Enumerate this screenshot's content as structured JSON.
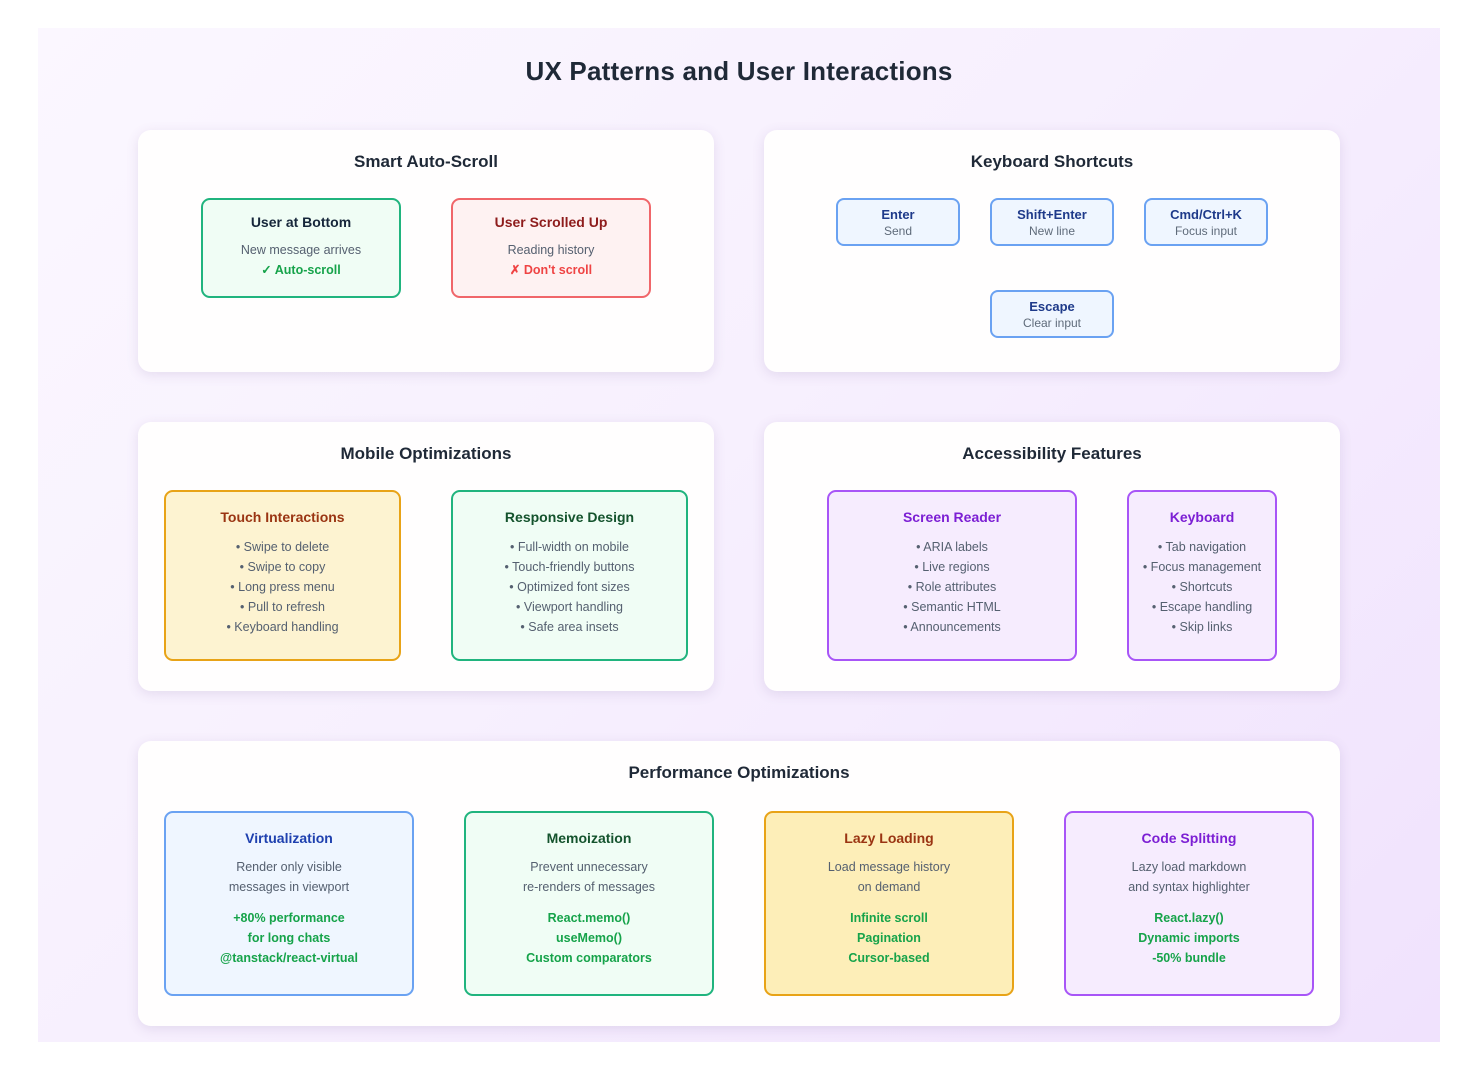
{
  "page": {
    "title": "UX Patterns and User Interactions",
    "bg_gradient_from": "#fbf7ff",
    "bg_gradient_to": "#f0e2fd"
  },
  "panels": [
    {
      "id": "smart-auto-scroll",
      "title": "Smart Auto-Scroll",
      "cards": [
        {
          "id": "user-at-bottom",
          "title": "User at Bottom",
          "accent_color": "#16a34a",
          "border_color": "#20b47e",
          "bg_color": "#f0fdf5",
          "lines": [
            "New message arrives"
          ],
          "accent": "✓ Auto-scroll"
        },
        {
          "id": "user-scrolled-up",
          "title": "User Scrolled Up",
          "accent_color": "#ef4444",
          "border_color": "#f0666a",
          "bg_color": "#fef2f2",
          "lines": [
            "Reading history"
          ],
          "accent": "✗ Don't scroll"
        }
      ]
    },
    {
      "id": "keyboard-shortcuts",
      "title": "Keyboard Shortcuts",
      "keys": [
        {
          "key": "Enter",
          "action": "Send"
        },
        {
          "key": "Shift+Enter",
          "action": "New line"
        },
        {
          "key": "Cmd/Ctrl+K",
          "action": "Focus input"
        },
        {
          "key": "Escape",
          "action": "Clear input"
        }
      ]
    },
    {
      "id": "mobile-optimizations",
      "title": "Mobile Optimizations",
      "cards": [
        {
          "id": "touch-interactions",
          "title": "Touch Interactions",
          "border_color": "#e8a317",
          "bg_color": "#fdf3d1",
          "title_color": "#9a3412",
          "items": [
            "• Swipe to delete",
            "• Swipe to copy",
            "• Long press menu",
            "• Pull to refresh",
            "• Keyboard handling"
          ]
        },
        {
          "id": "responsive-design",
          "title": "Responsive Design",
          "border_color": "#20b47e",
          "bg_color": "#f0fdf5",
          "title_color": "#14532d",
          "items": [
            "• Full-width on mobile",
            "• Touch-friendly buttons",
            "• Optimized font sizes",
            "• Viewport handling",
            "• Safe area insets"
          ]
        }
      ]
    },
    {
      "id": "accessibility-features",
      "title": "Accessibility Features",
      "cards": [
        {
          "id": "screen-reader",
          "title": "Screen Reader",
          "border_color": "#a855f7",
          "bg_color": "#f6ecfe",
          "title_color": "#7c1fd4",
          "items": [
            "• ARIA labels",
            "• Live regions",
            "• Role attributes",
            "• Semantic HTML",
            "• Announcements"
          ]
        },
        {
          "id": "keyboard",
          "title": "Keyboard",
          "border_color": "#a855f7",
          "bg_color": "#f6ecfe",
          "title_color": "#7c1fd4",
          "items": [
            "• Tab navigation",
            "• Focus management",
            "• Shortcuts",
            "• Escape handling",
            "• Skip links"
          ]
        }
      ]
    },
    {
      "id": "performance-optimizations",
      "title": "Performance Optimizations",
      "cards": [
        {
          "id": "virtualization",
          "title": "Virtualization",
          "border_color": "#6aa2f2",
          "bg_color": "#eff6ff",
          "title_color": "#1e40af",
          "desc": [
            "Render only visible",
            "messages in viewport"
          ],
          "metrics": [
            "+80% performance",
            "for long chats",
            "@tanstack/react-virtual"
          ]
        },
        {
          "id": "memoization",
          "title": "Memoization",
          "border_color": "#20b47e",
          "bg_color": "#f0fdf5",
          "title_color": "#14532d",
          "desc": [
            "Prevent unnecessary",
            "re-renders of messages"
          ],
          "metrics": [
            "React.memo()",
            "useMemo()",
            "Custom comparators"
          ]
        },
        {
          "id": "lazy-loading",
          "title": "Lazy Loading",
          "border_color": "#e8a317",
          "bg_color": "#fdeeb8",
          "title_color": "#9a3412",
          "desc": [
            "Load message history",
            "on demand"
          ],
          "metrics": [
            "Infinite scroll",
            "Pagination",
            "Cursor-based"
          ]
        },
        {
          "id": "code-splitting",
          "title": "Code Splitting",
          "border_color": "#a855f7",
          "bg_color": "#f6ecfe",
          "title_color": "#7c1fd4",
          "desc": [
            "Lazy load markdown",
            "and syntax highlighter"
          ],
          "metrics": [
            "React.lazy()",
            "Dynamic imports",
            "-50% bundle"
          ]
        }
      ]
    }
  ]
}
